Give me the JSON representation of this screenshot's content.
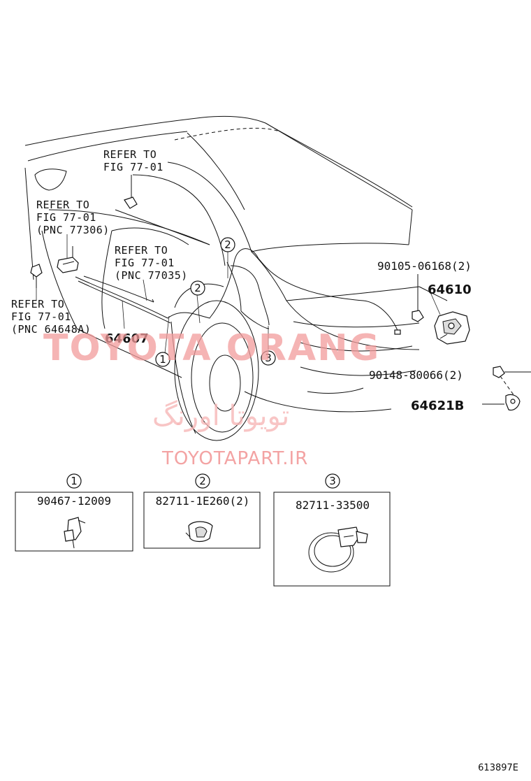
{
  "refer_labels": {
    "refer_a": {
      "line1": "REFER TO",
      "line2": "FIG 77-01"
    },
    "refer_b": {
      "line1": "REFER TO",
      "line2": "FIG 77-01",
      "line3": "(PNC 77306)"
    },
    "refer_c": {
      "line1": "REFER TO",
      "line2": "FIG 77-01",
      "line3": "(PNC 77035)"
    },
    "refer_d": {
      "line1": "REFER TO",
      "line2": "FIG 77-01",
      "line3": "(PNC 64648A)"
    }
  },
  "part_labels": {
    "p64607": "64607",
    "p90105": "90105-06168(2)",
    "p64610": "64610",
    "p90148": "90148-80066(2)",
    "p64621b": "64621B"
  },
  "callouts": {
    "c1": "1",
    "c2": "2",
    "c3": "3"
  },
  "detail_boxes": [
    {
      "callout": "1",
      "part_number": "90467-12009"
    },
    {
      "callout": "2",
      "part_number": "82711-1E260(2)"
    },
    {
      "callout": "3",
      "part_number": "82711-33500"
    }
  ],
  "watermarks": {
    "brand": "TOYOTA ORANG",
    "persian": "تویوتا اورنگ",
    "site": "TOYOTAPART.IR"
  },
  "figure_code": "613897E"
}
